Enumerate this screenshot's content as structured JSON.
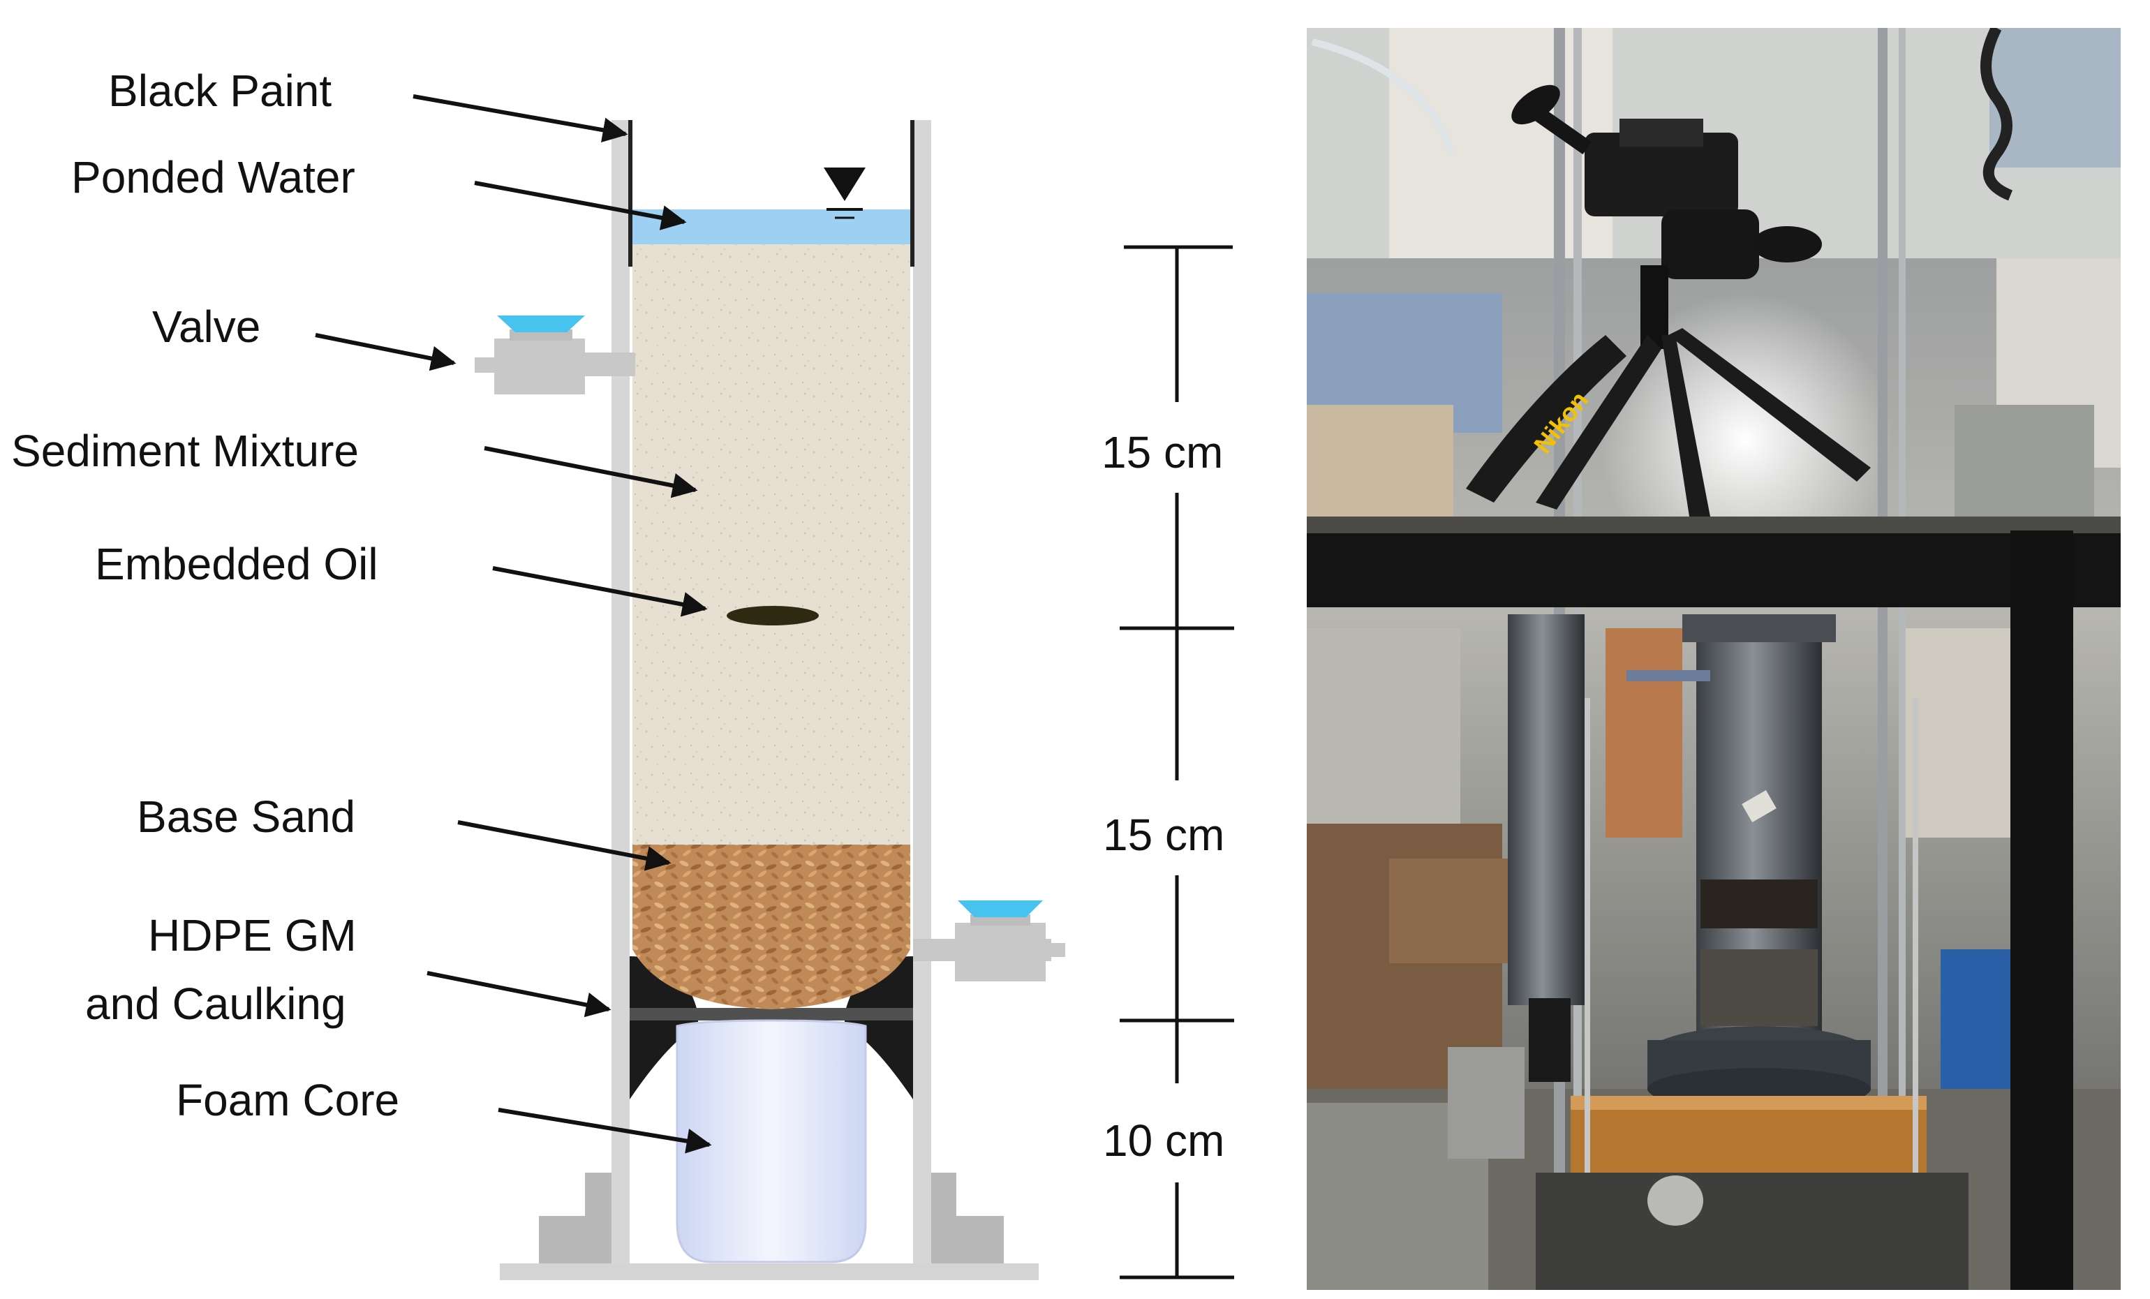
{
  "diagram": {
    "labels": {
      "black_paint": "Black Paint",
      "ponded_water": "Ponded Water",
      "valve": "Valve",
      "sediment_mixture": "Sediment Mixture",
      "embedded_oil": "Embedded Oil",
      "base_sand": "Base Sand",
      "hdpe_line1": "HDPE GM",
      "hdpe_line2": "and Caulking",
      "foam_core": "Foam Core"
    },
    "dimensions": {
      "top": "15 cm",
      "middle": "15 cm",
      "bottom": "10 cm"
    },
    "colors": {
      "water": "#9dd0f2",
      "sediment": "#e6dfd2",
      "base_sand": "#c08a58",
      "oil": "#2f2a12",
      "wall": "#d6d6d6",
      "valve_body": "#c8c8c8",
      "valve_cap": "#46c3ee",
      "foam": "#e8ecfb"
    }
  },
  "photo": {
    "camera_strap_text": "Nikon"
  }
}
